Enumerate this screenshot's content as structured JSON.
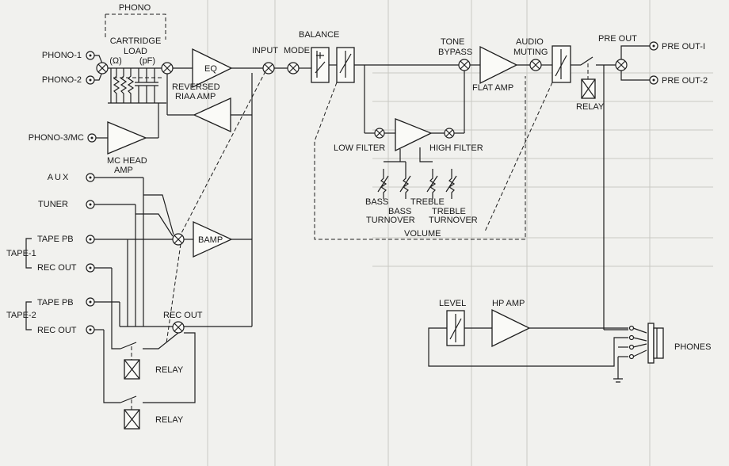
{
  "diagram": {
    "inputs": {
      "phono1": "PHONO-1",
      "phono2": "PHONO-2",
      "phono3": "PHONO-3/MC",
      "aux": "AUX",
      "tuner": "TUNER",
      "tape1": "TAPE-1",
      "tape1_pb": "TAPE PB",
      "tape1_rec": "REC OUT",
      "tape2": "TAPE-2",
      "tape2_pb": "TAPE PB",
      "tape2_rec": "REC OUT"
    },
    "phono_section": {
      "title": "PHONO",
      "cartridge_line1": "CARTRIDGE",
      "cartridge_line2": "LOAD",
      "ohm": "(Ω)",
      "pf": "(pF)"
    },
    "blocks": {
      "eq": "EQ",
      "reversed_riaa_1": "REVERSED",
      "reversed_riaa_2": "RIAA AMP",
      "mc_head_1": "MC HEAD",
      "mc_head_2": "AMP",
      "bamp": "BAMP",
      "input": "INPUT",
      "mode": "MODE",
      "balance": "BALANCE",
      "tone_bypass_1": "TONE",
      "tone_bypass_2": "BYPASS",
      "flat_amp": "FLAT AMP",
      "audio_muting_1": "AUDIO",
      "audio_muting_2": "MUTING",
      "low_filter": "LOW FILTER",
      "high_filter": "HIGH FILTER",
      "bass": "BASS",
      "bass_turnover_1": "BASS",
      "bass_turnover_2": "TURNOVER",
      "treble": "TREBLE",
      "treble_turnover_1": "TREBLE",
      "treble_turnover_2": "TURNOVER",
      "volume": "VOLUME",
      "rec_out": "REC OUT",
      "relay": "RELAY",
      "level": "LEVEL",
      "hp_amp": "HP AMP",
      "pre_out": "PRE OUT"
    },
    "outputs": {
      "pre_out_1": "PRE OUT-I",
      "pre_out_2": "PRE OUT-2",
      "phones": "PHONES"
    }
  }
}
